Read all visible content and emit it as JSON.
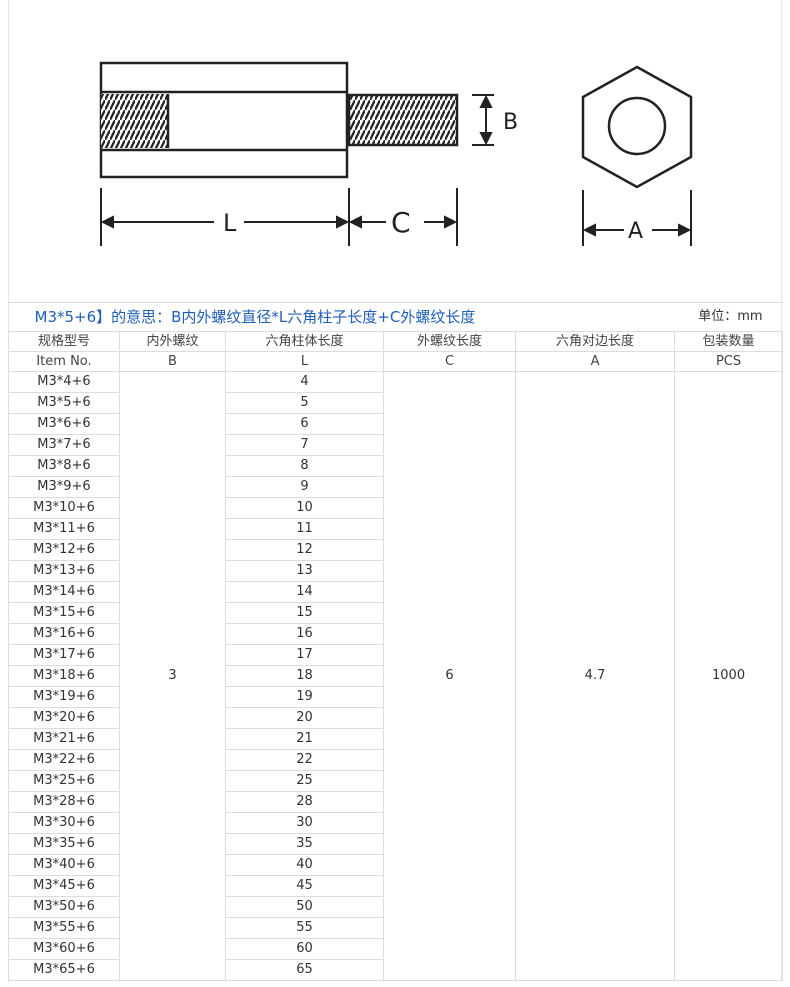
{
  "diagram": {
    "labels": {
      "b": "B",
      "l": "L",
      "c": "C",
      "a": "A"
    }
  },
  "table": {
    "title": "M3*5+6】的意思：B内外螺纹直径*L六角柱子长度+C外螺纹长度",
    "unit": "单位：mm",
    "headers": [
      {
        "zh": "规格型号",
        "en": "Item No."
      },
      {
        "zh": "内外螺纹",
        "en": "B"
      },
      {
        "zh": "六角柱体长度",
        "en": "L"
      },
      {
        "zh": "外螺纹长度",
        "en": "C"
      },
      {
        "zh": "六角对边长度",
        "en": "A"
      },
      {
        "zh": "包装数量",
        "en": "PCS"
      }
    ],
    "items": [
      {
        "model": "M3*4+6",
        "l": "4"
      },
      {
        "model": "M3*5+6",
        "l": "5"
      },
      {
        "model": "M3*6+6",
        "l": "6"
      },
      {
        "model": "M3*7+6",
        "l": "7"
      },
      {
        "model": "M3*8+6",
        "l": "8"
      },
      {
        "model": "M3*9+6",
        "l": "9"
      },
      {
        "model": "M3*10+6",
        "l": "10"
      },
      {
        "model": "M3*11+6",
        "l": "11"
      },
      {
        "model": "M3*12+6",
        "l": "12"
      },
      {
        "model": "M3*13+6",
        "l": "13"
      },
      {
        "model": "M3*14+6",
        "l": "14"
      },
      {
        "model": "M3*15+6",
        "l": "15"
      },
      {
        "model": "M3*16+6",
        "l": "16"
      },
      {
        "model": "M3*17+6",
        "l": "17"
      },
      {
        "model": "M3*18+6",
        "l": "18"
      },
      {
        "model": "M3*19+6",
        "l": "19"
      },
      {
        "model": "M3*20+6",
        "l": "20"
      },
      {
        "model": "M3*21+6",
        "l": "21"
      },
      {
        "model": "M3*22+6",
        "l": "22"
      },
      {
        "model": "M3*25+6",
        "l": "25"
      },
      {
        "model": "M3*28+6",
        "l": "28"
      },
      {
        "model": "M3*30+6",
        "l": "30"
      },
      {
        "model": "M3*35+6",
        "l": "35"
      },
      {
        "model": "M3*40+6",
        "l": "40"
      },
      {
        "model": "M3*45+6",
        "l": "45"
      },
      {
        "model": "M3*50+6",
        "l": "50"
      },
      {
        "model": "M3*55+6",
        "l": "55"
      },
      {
        "model": "M3*60+6",
        "l": "60"
      },
      {
        "model": "M3*65+6",
        "l": "65"
      }
    ],
    "shared": {
      "b": "3",
      "c": "6",
      "a": "4.7",
      "pcs": "1000"
    }
  }
}
